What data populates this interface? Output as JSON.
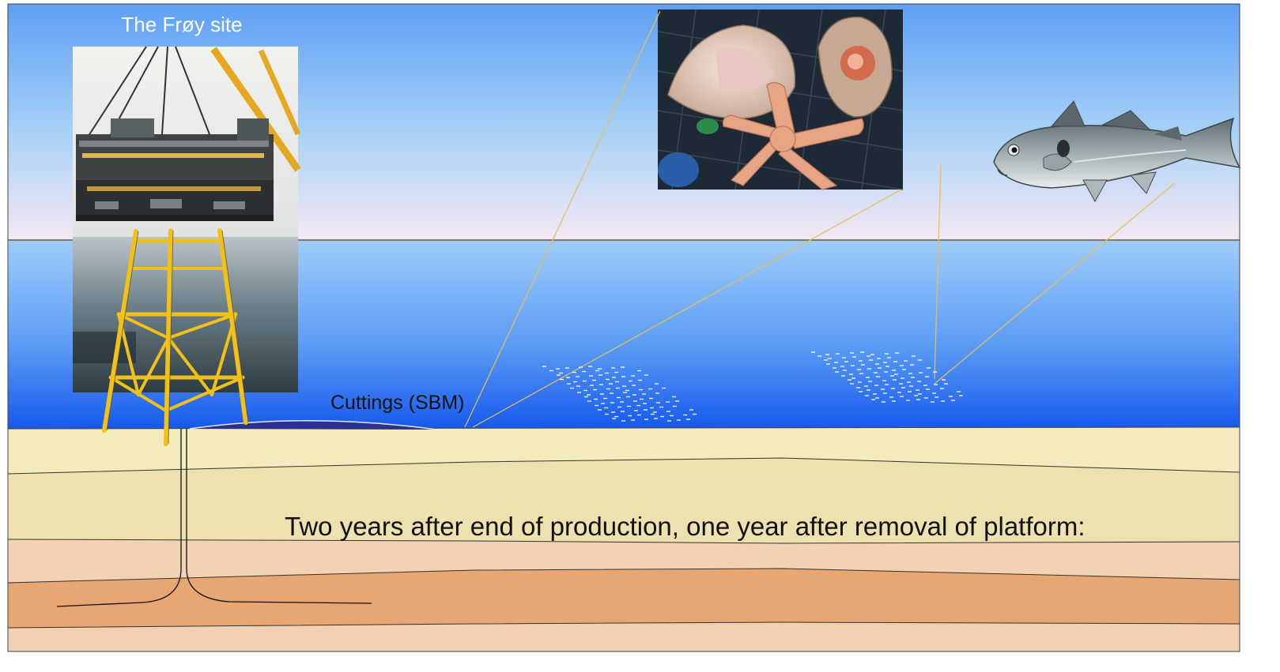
{
  "labels": {
    "site_title": "The Frøy site",
    "cuttings": "Cuttings (SBM)",
    "caption": "Two years after end of production, one year after removal of platform:"
  },
  "pictures": {
    "platform_photo": "offshore platform topside lifted above jacket at sea",
    "benthic_photo": "whelks and starfish in a trap",
    "fish": "saithe fish"
  },
  "colors": {
    "sky_top": "#5fa0f5",
    "sky_bottom": "#f3e8f5",
    "water_top": "#98c8f8",
    "water_bottom": "#1a60ee",
    "jacket": "#f2c118",
    "sediment_1": "#f4ebbc",
    "sediment_2": "#eee1b0",
    "sediment_3": "#f2d2b2",
    "sediment_4": "#e8a672",
    "sediment_5": "#f3d1b0",
    "cuttings_pile": "#2a3190",
    "leader_lines": "#e8c050"
  }
}
